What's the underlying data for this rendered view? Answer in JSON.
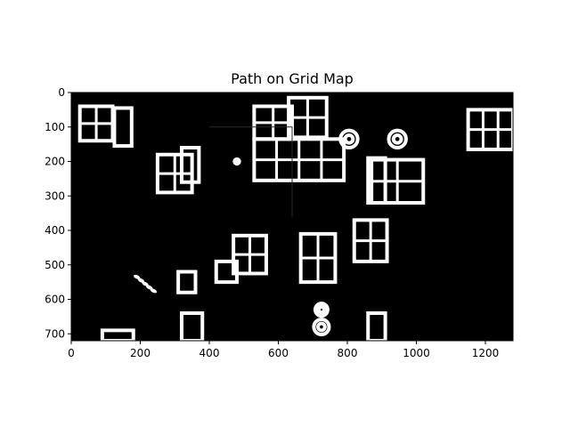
{
  "chart_data": {
    "type": "heatmap",
    "title": "Path on Grid Map",
    "xlabel": "",
    "ylabel": "",
    "xlim": [
      0,
      1280
    ],
    "ylim": [
      720,
      0
    ],
    "x_ticks": [
      0,
      200,
      400,
      600,
      800,
      1000,
      1200
    ],
    "y_ticks": [
      0,
      100,
      200,
      300,
      400,
      500,
      600,
      700
    ],
    "background": "#000000",
    "foreground": "#ffffff",
    "path": [
      [
        400,
        100
      ],
      [
        540,
        100
      ],
      [
        640,
        100
      ],
      [
        640,
        360
      ]
    ],
    "obstacles": [
      {
        "shape": "grid",
        "x": 25,
        "y": 40,
        "w": 95,
        "h": 100,
        "rows": 2,
        "cols": 2
      },
      {
        "shape": "box",
        "x": 125,
        "y": 45,
        "w": 50,
        "h": 110
      },
      {
        "shape": "grid",
        "x": 250,
        "y": 180,
        "w": 100,
        "h": 110,
        "rows": 2,
        "cols": 2
      },
      {
        "shape": "box",
        "x": 320,
        "y": 160,
        "w": 50,
        "h": 100
      },
      {
        "shape": "blob",
        "cx": 480,
        "cy": 200,
        "r": 12
      },
      {
        "shape": "grid",
        "x": 530,
        "y": 40,
        "w": 110,
        "h": 95,
        "rows": 2,
        "cols": 2
      },
      {
        "shape": "grid",
        "x": 630,
        "y": 15,
        "w": 110,
        "h": 115,
        "rows": 2,
        "cols": 2
      },
      {
        "shape": "grid",
        "x": 530,
        "y": 135,
        "w": 260,
        "h": 120,
        "rows": 2,
        "cols": 4
      },
      {
        "shape": "ring",
        "cx": 805,
        "cy": 135,
        "r": 25
      },
      {
        "shape": "ring",
        "cx": 945,
        "cy": 135,
        "r": 25
      },
      {
        "shape": "grid",
        "x": 1150,
        "y": 50,
        "w": 130,
        "h": 115,
        "rows": 2,
        "cols": 3
      },
      {
        "shape": "grid",
        "x": 870,
        "y": 195,
        "w": 150,
        "h": 125,
        "rows": 2,
        "cols": 2
      },
      {
        "shape": "box",
        "x": 860,
        "y": 190,
        "w": 50,
        "h": 130
      },
      {
        "shape": "grid",
        "x": 820,
        "y": 370,
        "w": 95,
        "h": 120,
        "rows": 2,
        "cols": 2
      },
      {
        "shape": "grid",
        "x": 665,
        "y": 410,
        "w": 100,
        "h": 140,
        "rows": 2,
        "cols": 2
      },
      {
        "shape": "grid",
        "x": 470,
        "y": 415,
        "w": 95,
        "h": 110,
        "rows": 2,
        "cols": 2
      },
      {
        "shape": "box",
        "x": 420,
        "y": 490,
        "w": 60,
        "h": 60
      },
      {
        "shape": "box",
        "x": 310,
        "y": 520,
        "w": 50,
        "h": 60
      },
      {
        "shape": "pills",
        "x": 180,
        "y": 530,
        "w": 60,
        "h": 50
      },
      {
        "shape": "box",
        "x": 320,
        "y": 640,
        "w": 60,
        "h": 80
      },
      {
        "shape": "ring",
        "cx": 725,
        "cy": 630,
        "r": 18
      },
      {
        "shape": "ring",
        "cx": 725,
        "cy": 680,
        "r": 22
      },
      {
        "shape": "box",
        "x": 860,
        "y": 640,
        "w": 50,
        "h": 80
      },
      {
        "shape": "box",
        "x": 90,
        "y": 690,
        "w": 90,
        "h": 30
      }
    ]
  }
}
